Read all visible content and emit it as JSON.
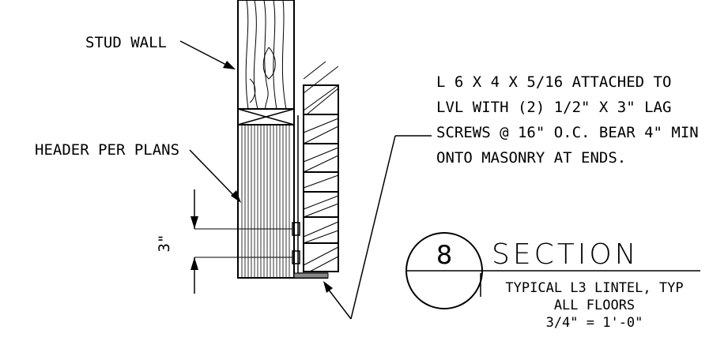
{
  "labels": {
    "stud_wall": "STUD WALL",
    "header": "HEADER PER PLANS",
    "angle_note": [
      "L 6 X 4 X 5/16 ATTACHED TO",
      "LVL WITH (2) 1/2\" X 3\" LAG",
      "SCREWS @ 16\" O.C. BEAR 4\" MIN",
      "ONTO MASONRY AT ENDS."
    ],
    "dimension": "3\""
  },
  "section_tag": {
    "number": "8",
    "title": "SECTION",
    "subtitle_line1": "TYPICAL L3 LINTEL, TYP",
    "subtitle_line2": "ALL FLOORS",
    "scale": "3/4\" = 1'-0\""
  }
}
